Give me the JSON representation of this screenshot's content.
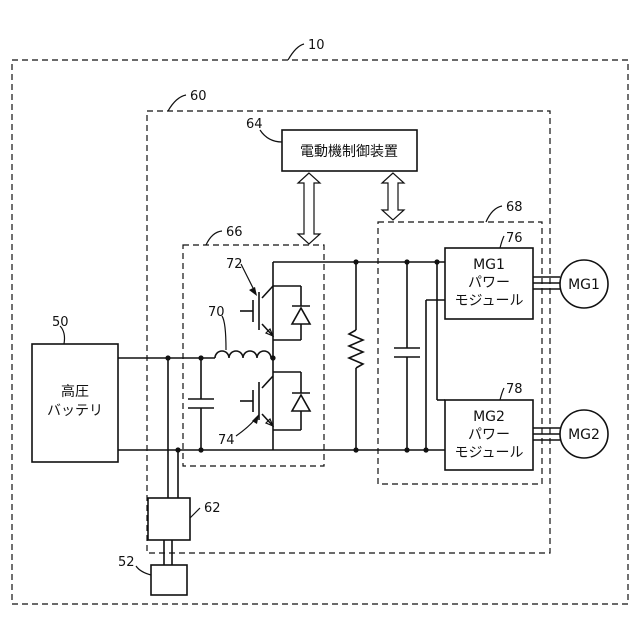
{
  "refs": {
    "system": "10",
    "pcu": "60",
    "controller": "64",
    "converter": "66",
    "inverter_block": "68",
    "reactor": "70",
    "upper_switch": "72",
    "lower_switch": "74",
    "mg1_module": "76",
    "mg2_module": "78",
    "battery": "50",
    "relay": "62",
    "aux": "52"
  },
  "labels": {
    "controller": "電動機制御装置",
    "battery_line1": "高圧",
    "battery_line2": "バッテリ",
    "mg1_line1": "MG1",
    "mg1_line2": "パワー",
    "mg1_line3": "モジュール",
    "mg2_line1": "MG2",
    "mg2_line2": "パワー",
    "mg2_line3": "モジュール",
    "motor1": "MG1",
    "motor2": "MG2"
  }
}
